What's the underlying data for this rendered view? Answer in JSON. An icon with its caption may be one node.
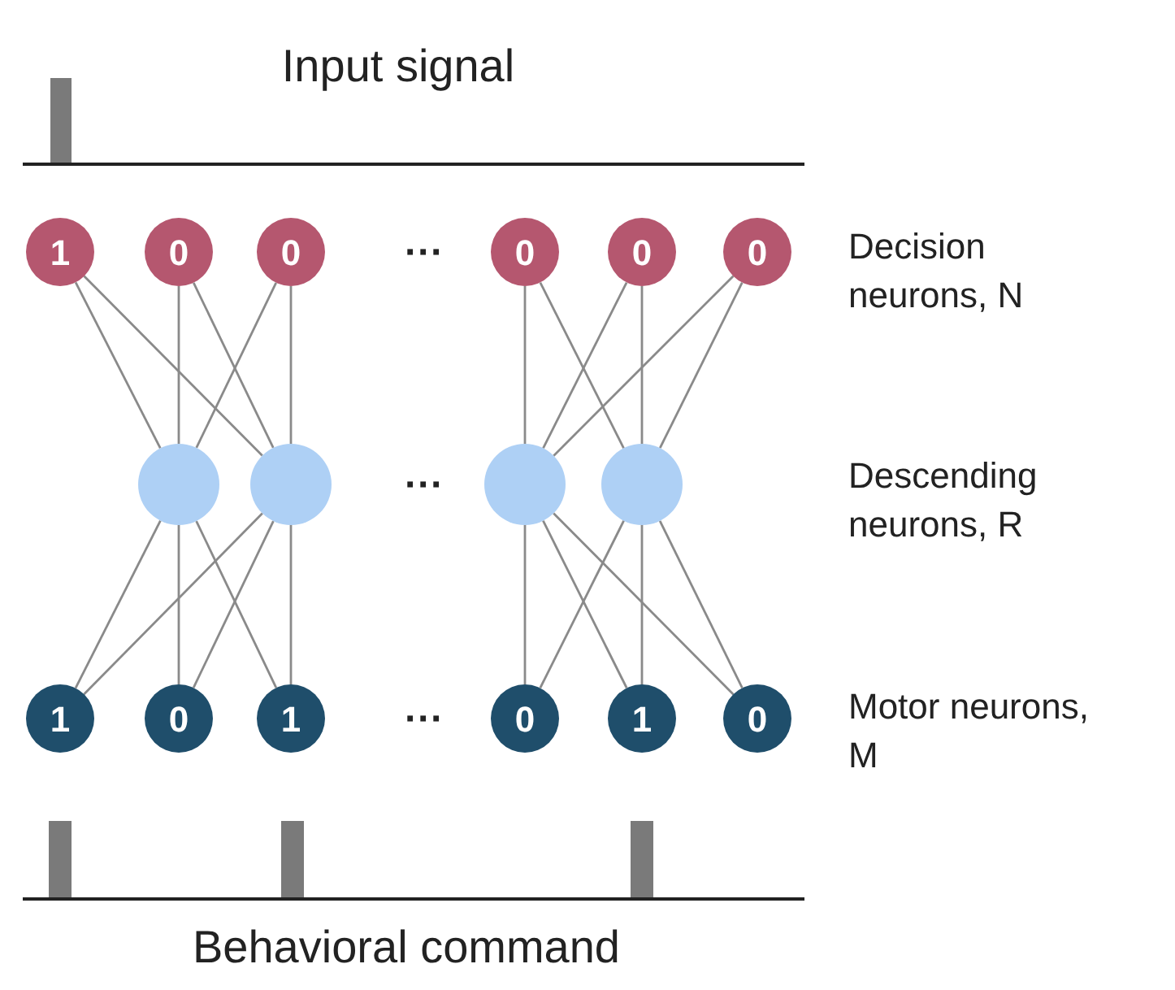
{
  "diagram": {
    "nodes": [
      {
        "text": [
          "1"
        ]
      },
      {
        "text": [
          "0"
        ]
      },
      {
        "text": [
          "0"
        ]
      },
      {
        "text": [
          "0"
        ]
      },
      {
        "text": [
          "0"
        ]
      },
      {
        "text": [
          "0"
        ]
      },
      {
        "text": [],
        "shape": "circle"
      },
      {
        "text": [],
        "shape": "circle"
      },
      {
        "text": [],
        "shape": "circle"
      },
      {
        "text": [],
        "shape": "circle"
      },
      {
        "text": [
          "1"
        ]
      },
      {
        "text": [
          "0"
        ]
      },
      {
        "text": [
          "1"
        ]
      },
      {
        "text": [
          "0"
        ]
      },
      {
        "text": [
          "1"
        ]
      },
      {
        "text": [
          "0"
        ]
      }
    ],
    "edges": [
      {
        "from": 0,
        "to": 6,
        "arrow": "none"
      },
      {
        "from": 0,
        "to": 7,
        "arrow": "none"
      },
      {
        "from": 1,
        "to": 6,
        "arrow": "none"
      },
      {
        "from": 1,
        "to": 7,
        "arrow": "none"
      },
      {
        "from": 2,
        "to": 6,
        "arrow": "none"
      },
      {
        "from": 2,
        "to": 7,
        "arrow": "none"
      },
      {
        "from": 3,
        "to": 8,
        "arrow": "none"
      },
      {
        "from": 3,
        "to": 9,
        "arrow": "none"
      },
      {
        "from": 4,
        "to": 8,
        "arrow": "none"
      },
      {
        "from": 4,
        "to": 9,
        "arrow": "none"
      },
      {
        "from": 5,
        "to": 8,
        "arrow": "none"
      },
      {
        "from": 5,
        "to": 9,
        "arrow": "none"
      },
      {
        "from": 6,
        "to": 10,
        "arrow": "none"
      },
      {
        "from": 6,
        "to": 11,
        "arrow": "none"
      },
      {
        "from": 6,
        "to": 12,
        "arrow": "none"
      },
      {
        "from": 7,
        "to": 10,
        "arrow": "none"
      },
      {
        "from": 7,
        "to": 11,
        "arrow": "none"
      },
      {
        "from": 7,
        "to": 12,
        "arrow": "none"
      },
      {
        "from": 8,
        "to": 13,
        "arrow": "none"
      },
      {
        "from": 8,
        "to": 14,
        "arrow": "none"
      },
      {
        "from": 8,
        "to": 15,
        "arrow": "none"
      },
      {
        "from": 9,
        "to": 13,
        "arrow": "none"
      },
      {
        "from": 9,
        "to": 14,
        "arrow": "none"
      },
      {
        "from": 9,
        "to": 15,
        "arrow": "none"
      }
    ],
    "labels": [
      "Input signal",
      "···",
      "Decision neurons, N",
      "···",
      "Descending neurons, R",
      "···",
      "Motor neurons, M",
      "Behavioral command"
    ]
  }
}
